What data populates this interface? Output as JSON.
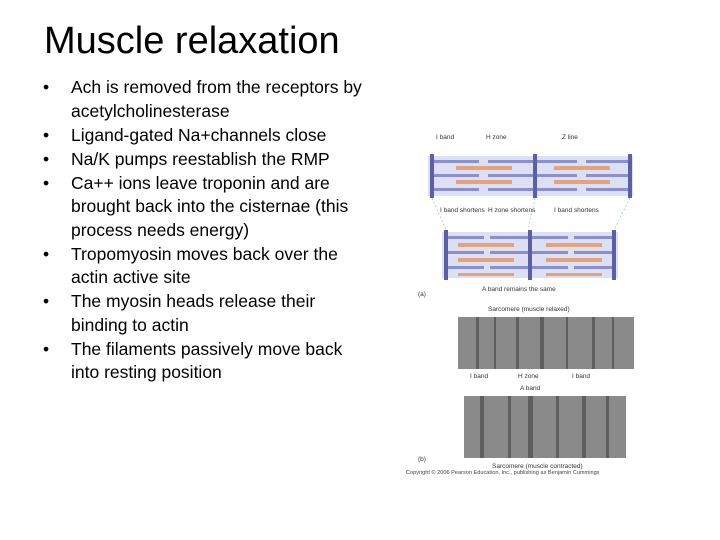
{
  "slide": {
    "title": "Muscle relaxation",
    "bullets": [
      "Ach is removed from the receptors by acetylcholinesterase",
      "Ligand-gated Na+channels close",
      "Na/K pumps reestablish the RMP",
      "Ca++ ions leave troponin and are brought back into the cisternae (this process needs energy)",
      "Tropomyosin moves back over the actin active site",
      "The myosin heads release their binding to actin",
      "The filaments passively move back into resting position"
    ]
  },
  "figure": {
    "panel_a": {
      "top_labels": [
        "I band",
        "H zone",
        "Z line"
      ],
      "mid_labels": [
        "I band shortens",
        "H zone shortens",
        "I band shortens"
      ],
      "bottom_label": "A band remains the same",
      "panel_label": "(a)"
    },
    "panel_b": {
      "relaxed_label": "Sarcomere (muscle relaxed)",
      "band_labels": [
        "I band",
        "H zone",
        "A band",
        "I band"
      ],
      "contracted_label": "Sarcomere (muscle contracted)",
      "panel_label": "(b)"
    },
    "copyright": "Copyright © 2006 Pearson Education, Inc., publishing as Benjamin Cummings",
    "colors": {
      "thick_filament": "#e4a37a",
      "thin_filament": "#8a8fd0",
      "z_line": "#5a5fa8",
      "micrograph": "#8a8a8a"
    }
  }
}
